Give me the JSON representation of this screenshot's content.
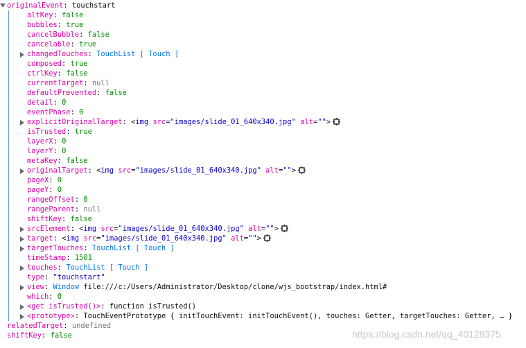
{
  "rows": [
    {
      "indent": 0,
      "twisty": "open",
      "guide": false,
      "key": "originalEvent",
      "value": "touchstart",
      "vtype": "keyplain"
    },
    {
      "indent": 1,
      "twisty": "none",
      "guide": true,
      "key": "altKey",
      "value": "false",
      "vtype": "bool"
    },
    {
      "indent": 1,
      "twisty": "none",
      "guide": true,
      "key": "bubbles",
      "value": "true",
      "vtype": "bool"
    },
    {
      "indent": 1,
      "twisty": "none",
      "guide": true,
      "key": "cancelBubble",
      "value": "false",
      "vtype": "bool"
    },
    {
      "indent": 1,
      "twisty": "none",
      "guide": true,
      "key": "cancelable",
      "value": "true",
      "vtype": "bool"
    },
    {
      "indent": 1,
      "twisty": "closed",
      "guide": true,
      "key": "changedTouches",
      "value": "TouchList [ Touch ]",
      "vtype": "obj"
    },
    {
      "indent": 1,
      "twisty": "none",
      "guide": true,
      "key": "composed",
      "value": "true",
      "vtype": "bool"
    },
    {
      "indent": 1,
      "twisty": "none",
      "guide": true,
      "key": "ctrlKey",
      "value": "false",
      "vtype": "bool"
    },
    {
      "indent": 1,
      "twisty": "none",
      "guide": true,
      "key": "currentTarget",
      "value": "null",
      "vtype": "null"
    },
    {
      "indent": 1,
      "twisty": "none",
      "guide": true,
      "key": "defaultPrevented",
      "value": "false",
      "vtype": "bool"
    },
    {
      "indent": 1,
      "twisty": "none",
      "guide": true,
      "key": "detail",
      "value": "0",
      "vtype": "num"
    },
    {
      "indent": 1,
      "twisty": "none",
      "guide": true,
      "key": "eventPhase",
      "value": "0",
      "vtype": "num"
    },
    {
      "indent": 1,
      "twisty": "closed",
      "guide": true,
      "key": "explicitOriginalTarget",
      "value": "",
      "vtype": "img",
      "tag": "img",
      "attr_src": "src",
      "src": "\"images/slide_01_640x340.jpg\"",
      "attr_alt": "alt",
      "alt": "\"\""
    },
    {
      "indent": 1,
      "twisty": "none",
      "guide": true,
      "key": "isTrusted",
      "value": "true",
      "vtype": "bool"
    },
    {
      "indent": 1,
      "twisty": "none",
      "guide": true,
      "key": "layerX",
      "value": "0",
      "vtype": "num"
    },
    {
      "indent": 1,
      "twisty": "none",
      "guide": true,
      "key": "layerY",
      "value": "0",
      "vtype": "num"
    },
    {
      "indent": 1,
      "twisty": "none",
      "guide": true,
      "key": "metaKey",
      "value": "false",
      "vtype": "bool"
    },
    {
      "indent": 1,
      "twisty": "closed",
      "guide": true,
      "key": "originalTarget",
      "value": "",
      "vtype": "img",
      "tag": "img",
      "attr_src": "src",
      "src": "\"images/slide_01_640x340.jpg\"",
      "attr_alt": "alt",
      "alt": "\"\""
    },
    {
      "indent": 1,
      "twisty": "none",
      "guide": true,
      "key": "pageX",
      "value": "0",
      "vtype": "num"
    },
    {
      "indent": 1,
      "twisty": "none",
      "guide": true,
      "key": "pageY",
      "value": "0",
      "vtype": "num"
    },
    {
      "indent": 1,
      "twisty": "none",
      "guide": true,
      "key": "rangeOffset",
      "value": "0",
      "vtype": "num"
    },
    {
      "indent": 1,
      "twisty": "none",
      "guide": true,
      "key": "rangeParent",
      "value": "null",
      "vtype": "null"
    },
    {
      "indent": 1,
      "twisty": "none",
      "guide": true,
      "key": "shiftKey",
      "value": "false",
      "vtype": "bool"
    },
    {
      "indent": 1,
      "twisty": "closed",
      "guide": true,
      "key": "srcElement",
      "value": "",
      "vtype": "img",
      "tag": "img",
      "attr_src": "src",
      "src": "\"images/slide_01_640x340.jpg\"",
      "attr_alt": "alt",
      "alt": "\"\""
    },
    {
      "indent": 1,
      "twisty": "closed",
      "guide": true,
      "key": "target",
      "value": "",
      "vtype": "img",
      "tag": "img",
      "attr_src": "src",
      "src": "\"images/slide_01_640x340.jpg\"",
      "attr_alt": "alt",
      "alt": "\"\""
    },
    {
      "indent": 1,
      "twisty": "closed",
      "guide": true,
      "key": "targetTouches",
      "value": "TouchList [ Touch ]",
      "vtype": "obj"
    },
    {
      "indent": 1,
      "twisty": "none",
      "guide": true,
      "key": "timeStamp",
      "value": "1501",
      "vtype": "num"
    },
    {
      "indent": 1,
      "twisty": "closed",
      "guide": true,
      "key": "touches",
      "value": "TouchList [ Touch ]",
      "vtype": "obj"
    },
    {
      "indent": 1,
      "twisty": "none",
      "guide": true,
      "key": "type",
      "value": "\"touchstart\"",
      "vtype": "str"
    },
    {
      "indent": 1,
      "twisty": "closed",
      "guide": true,
      "key": "view",
      "value": "",
      "vtype": "window",
      "obj_label": "Window",
      "detail": "file:///c:/Users/Administrator/Desktop/clone/wjs_bootstrap/index.html#"
    },
    {
      "indent": 1,
      "twisty": "none",
      "guide": true,
      "key": "which",
      "value": "0",
      "vtype": "num"
    },
    {
      "indent": 1,
      "twisty": "closed",
      "guide": true,
      "key": "<get isTrusted()>",
      "value": "function isTrusted()",
      "vtype": "fn"
    },
    {
      "indent": 1,
      "twisty": "closed",
      "guide": true,
      "key": "<prototype>",
      "value": "TouchEventPrototype { initTouchEvent: initTouchEvent(), touches: Getter, targetTouches: Getter, … }",
      "vtype": "plain"
    },
    {
      "indent": 0,
      "twisty": "none",
      "guide": false,
      "key": "relatedTarget",
      "value": "undefined",
      "vtype": "undef"
    },
    {
      "indent": 0,
      "twisty": "none",
      "guide": false,
      "key": "shiftKey",
      "value": "false",
      "vtype": "bool"
    }
  ],
  "watermark": "https://blog.csdn.net/qq_40128375",
  "colors": {
    "key": "#dd00a9",
    "bool_num": "#058b00",
    "string": "#0a00cc",
    "object": "#0074e8",
    "null": "#737373",
    "guide": "#5b9bd8"
  },
  "icons": {
    "expanded": "caret-down-icon",
    "collapsed": "caret-right-icon",
    "inspect": "open-inspector-icon"
  }
}
